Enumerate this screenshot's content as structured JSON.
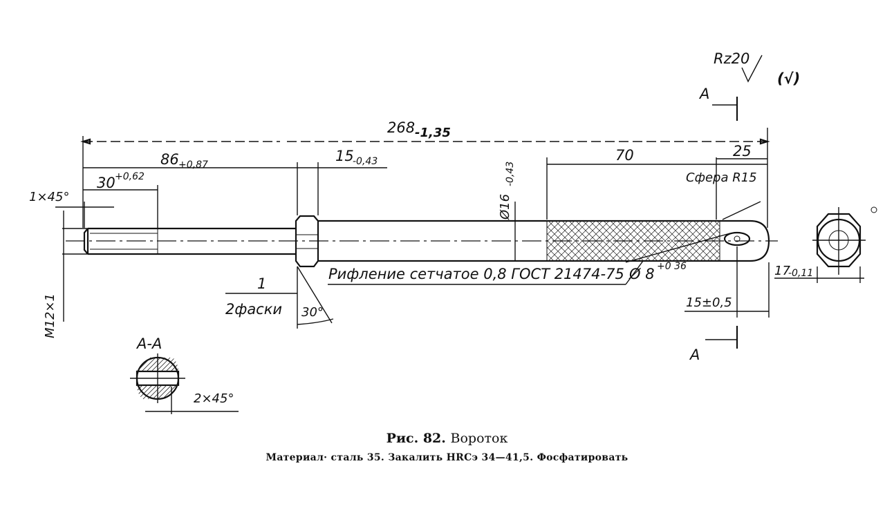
{
  "caption": {
    "figure_number": "Рис. 82.",
    "figure_title": "Вороток",
    "material_note": "Материал· сталь 35. Закалить HRCэ 34—41,5. Фосфатировать"
  },
  "drawing": {
    "roughness": "Rz20",
    "roughness_rest": "(√)",
    "section_label_top": "A",
    "section_label_bottom": "A",
    "section_view_title": "A-A",
    "dims": {
      "overall_length": "268",
      "overall_tol": "-1,35",
      "length_86": "86",
      "length_86_tol": "+0,87",
      "thread_len": "30",
      "thread_len_tol": "+0,62",
      "collar_width": "15",
      "collar_tol": "-0,43",
      "knurl_len": "70",
      "end_len": "25",
      "diameter": "Ø16",
      "diameter_tol": "-0,43",
      "sphere": "Сфера R15",
      "chamfer": "1×45°",
      "thread": "M12×1",
      "chamfer_count_top": "1",
      "chamfer_count_bottom": "2фаски",
      "angle": "30°",
      "knurl_note": "Рифление сетчатое 0,8 ГОСТ 21474-75",
      "hole_diam": "Ø 8",
      "hole_tol": "+0 36",
      "hole_pos": "15±0,5",
      "hex_size": "17",
      "hex_tol": "-0,11",
      "section_chamfer": "2×45°"
    }
  }
}
